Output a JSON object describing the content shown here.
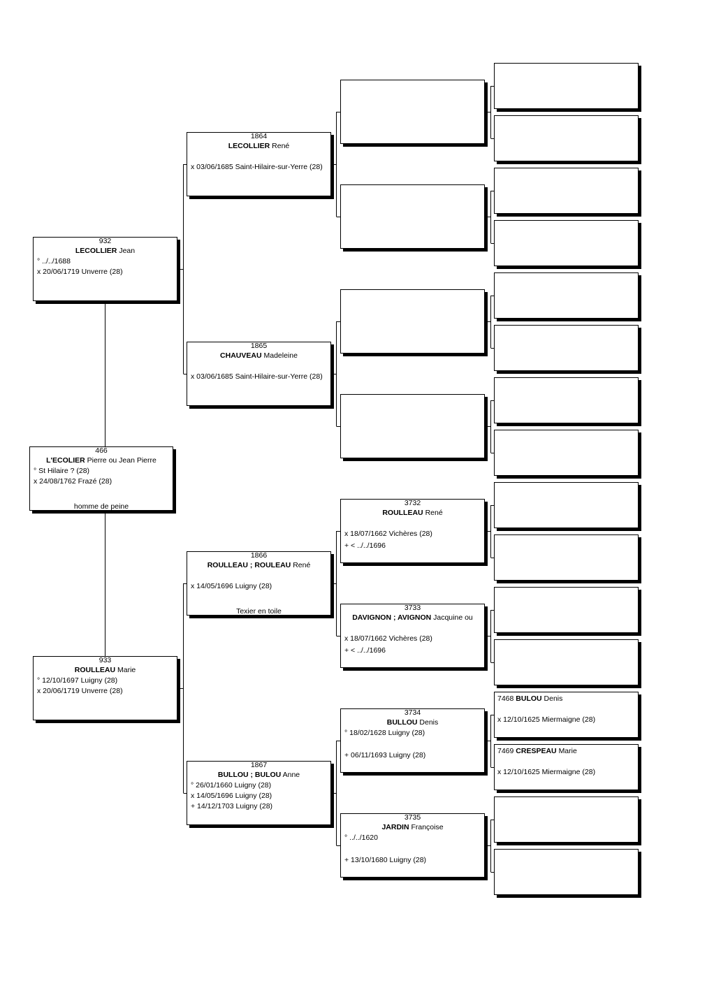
{
  "persons": {
    "root": {
      "number": "466",
      "surname": "L'ECOLIER",
      "given": "Pierre ou Jean Pierre",
      "birth": "° St Hilaire ? (28)",
      "marriage": "x 24/08/1762 Frazé (28)",
      "occupation": "homme de peine"
    },
    "p932": {
      "number": "932",
      "surname": "LECOLLIER",
      "given": "Jean",
      "birth": "° ../../1688",
      "marriage": "x 20/06/1719 Unverre (28)"
    },
    "p933": {
      "number": "933",
      "surname": "ROULLEAU",
      "given": "Marie",
      "birth": "° 12/10/1697 Luigny (28)",
      "marriage": "x 20/06/1719 Unverre (28)"
    },
    "p1864": {
      "number": "1864",
      "surname": "LECOLLIER",
      "given": "René",
      "marriage": "x 03/06/1685 Saint-Hilaire-sur-Yerre (28)"
    },
    "p1865": {
      "number": "1865",
      "surname": "CHAUVEAU",
      "given": "Madeleine",
      "marriage": "x 03/06/1685 Saint-Hilaire-sur-Yerre (28)"
    },
    "p1866": {
      "number": "1866",
      "surname": "ROULLEAU ; ROULEAU",
      "given": "René",
      "marriage": "x 14/05/1696 Luigny (28)",
      "occupation": "Texier en toile"
    },
    "p1867": {
      "number": "1867",
      "surname": "BULLOU ; BULOU",
      "given": "Anne",
      "birth": "° 26/01/1660 Luigny (28)",
      "marriage": "x 14/05/1696 Luigny (28)",
      "death": "+ 14/12/1703 Luigny (28)"
    },
    "p3732": {
      "number": "3732",
      "surname": "ROULLEAU",
      "given": "René",
      "marriage": "x 18/07/1662 Vichères (28)",
      "death": "+ < ../../1696"
    },
    "p3733": {
      "number": "3733",
      "surname": "DAVIGNON ; AVIGNON",
      "given": "Jacquine ou",
      "marriage": "x 18/07/1662 Vichères (28)",
      "death": "+ < ../../1696"
    },
    "p3734": {
      "number": "3734",
      "surname": "BULLOU",
      "given": "Denis",
      "birth": "° 18/02/1628 Luigny (28)",
      "death": "+ 06/11/1693 Luigny (28)"
    },
    "p3735": {
      "number": "3735",
      "surname": "JARDIN",
      "given": "Françoise",
      "birth": "° ../../1620",
      "death": "+ 13/10/1680 Luigny (28)"
    },
    "p7468": {
      "number": "7468",
      "surname": "BULOU",
      "given": "Denis",
      "marriage": "x 12/10/1625 Miermaigne (28)"
    },
    "p7469": {
      "number": "7469",
      "surname": "CRESPEAU",
      "given": "Marie",
      "marriage": "x 12/10/1625 Miermaigne (28)"
    }
  }
}
